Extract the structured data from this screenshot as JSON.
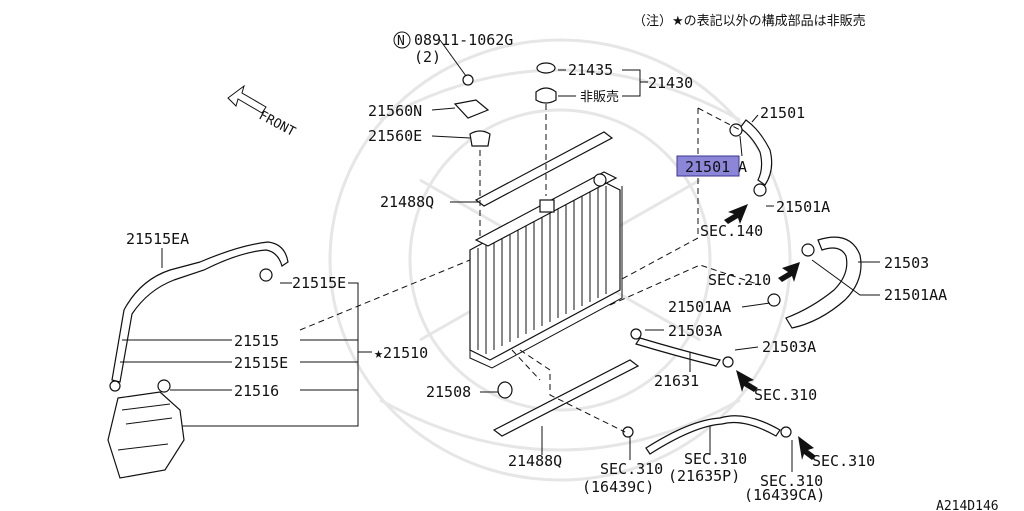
{
  "note": "（注）★の表記以外の構成部品は非販売",
  "watermark_code": "A214D146",
  "front_label": "FRONT",
  "highlight_color": "#8c86d9",
  "labels": {
    "p08911": "08911-1062G",
    "p08911_qty": "(2)",
    "n_circle": "N",
    "p21435": "21435",
    "p21430": "21430",
    "hihanbai": "非販売",
    "p21560N": "21560N",
    "p21560E": "21560E",
    "p21488Q_top": "21488Q",
    "p21488Q_bottom": "21488Q",
    "p21501": "21501",
    "p21501A_highlight": "21501",
    "p21501A_highlight_suffix": "A",
    "p21501A": "21501A",
    "sec140": "SEC.140",
    "p21503": "21503",
    "sec210": "SEC.210",
    "p21501AA_right": "21501AA",
    "p21501AA_left": "21501AA",
    "p21503A_1": "21503A",
    "p21503A_2": "21503A",
    "p21631": "21631",
    "sec310_a": "SEC.310",
    "p21515EA": "21515EA",
    "p21515E_top": "21515E",
    "p21515": "21515",
    "p21515E_bottom": "21515E",
    "p21510": "★21510",
    "p21516": "21516",
    "p21508": "21508",
    "sec310_b": "SEC.310",
    "sec310_b_sub": "(16439C)",
    "sec310_c": "SEC.310",
    "sec310_c_sub": "(21635P)",
    "sec310_d": "SEC.310",
    "sec310_d_sub": "(16439CA)",
    "sec310_e": "SEC.310"
  }
}
